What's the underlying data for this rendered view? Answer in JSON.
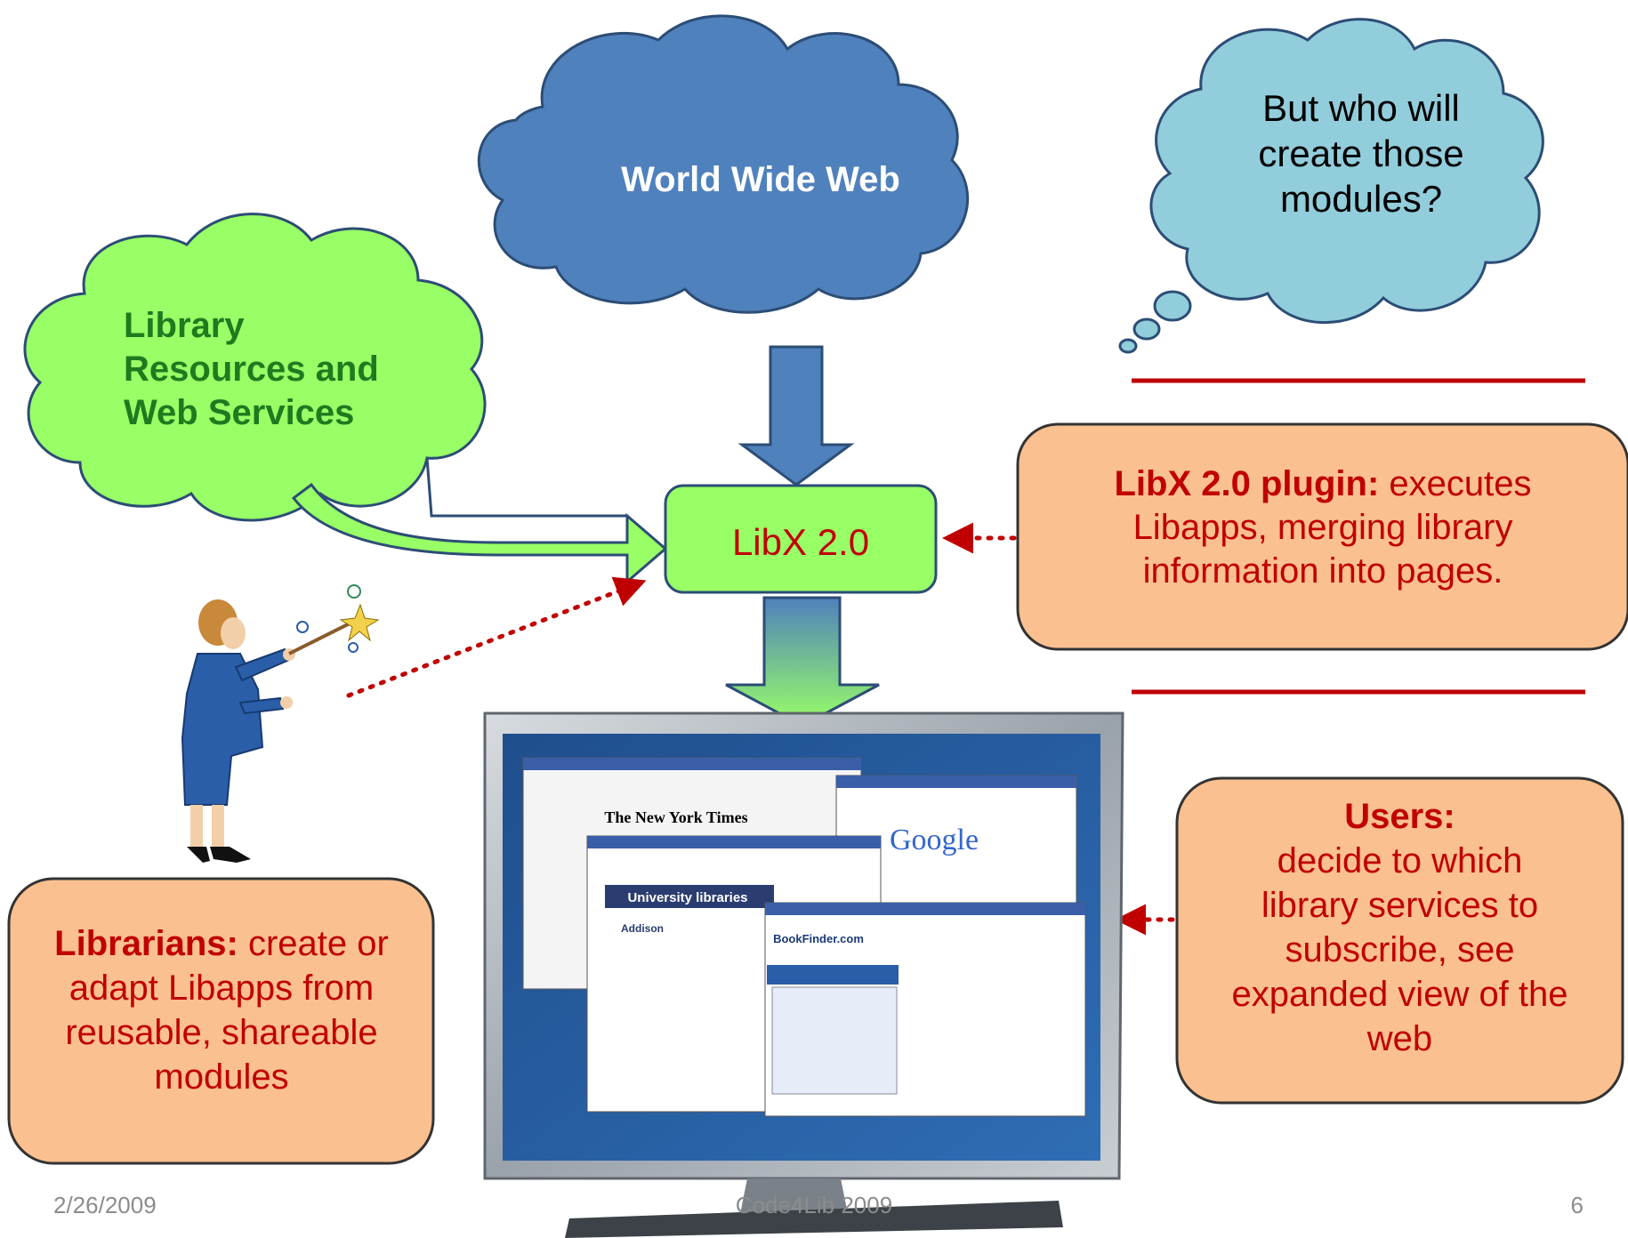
{
  "clouds": {
    "www_label": "World Wide Web",
    "library_label_lines": [
      "Library",
      "Resources and",
      "Web Services"
    ],
    "question_lines": [
      "But who will",
      "create those",
      "modules?"
    ]
  },
  "libx_box": {
    "label": "LibX 2.0"
  },
  "callouts": {
    "plugin": {
      "bold": "LibX 2.0 plugin:",
      "lines": [
        "executes",
        "Libapps, merging library",
        "information into pages."
      ]
    },
    "users": {
      "bold": "Users:",
      "lines": [
        "decide to which",
        "library services to",
        "subscribe, see",
        "expanded view of the",
        "web"
      ]
    },
    "librarians": {
      "bold": "Librarians:",
      "lines": [
        "create or",
        "adapt Libapps from",
        "reusable, shareable",
        "modules"
      ]
    }
  },
  "monitor_screen": {
    "window_titles": [
      "The New York Times",
      "Google",
      "University libraries",
      "Addison",
      "BookFinder.com"
    ]
  },
  "footer": {
    "date": "2/26/2009",
    "center": "Code4Lib 2009",
    "page": "6"
  },
  "colors": {
    "www_cloud": "#4f81bd",
    "library_cloud": "#99ff66",
    "question_cloud": "#92cddc",
    "callout_fill": "#fac08f",
    "callout_text": "#c00000",
    "libx_box": "#99ff66",
    "divider": "#c00000",
    "library_text": "#1f7a1f"
  }
}
